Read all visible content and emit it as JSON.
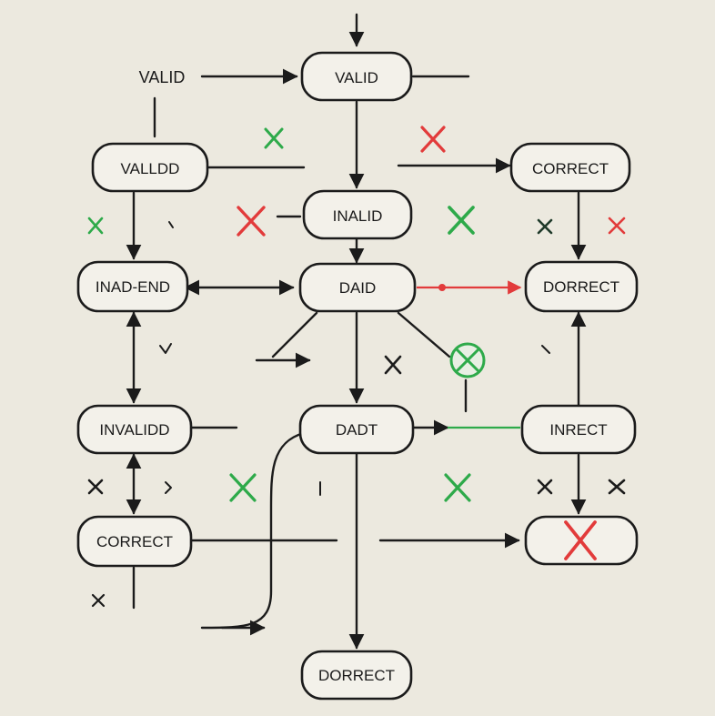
{
  "diagram": {
    "colors": {
      "background": "#ece9df",
      "node_fill": "#f3f1ea",
      "stroke": "#1b1b1b",
      "red": "#e23b3b",
      "green": "#2eaa4a",
      "dark_green": "#1f6e3a"
    },
    "free_labels": {
      "valid_input": "VALID"
    },
    "nodes": {
      "top_valid": "VALID",
      "valldd": "VALLDD",
      "inalid": "INALID",
      "correct_top": "CORRECT",
      "inad_end": "INAD-END",
      "daid": "DAID",
      "dorrect_right": "DORRECT",
      "invalidd": "INVALIDD",
      "dadt": "DADT",
      "inrect": "INRECT",
      "correct_left": "CORRECT",
      "dorrect_bottom": "DORRECT"
    },
    "marks": [
      {
        "id": "mark-green-1",
        "kind": "x",
        "color": "green"
      },
      {
        "id": "mark-red-1",
        "kind": "x",
        "color": "red"
      },
      {
        "id": "mark-red-2",
        "kind": "x",
        "color": "red"
      },
      {
        "id": "mark-green-2",
        "kind": "x",
        "color": "green"
      },
      {
        "id": "mark-green-3",
        "kind": "x",
        "color": "green"
      },
      {
        "id": "mark-green-4",
        "kind": "x",
        "color": "green"
      },
      {
        "id": "mark-green-5",
        "kind": "x",
        "color": "green"
      },
      {
        "id": "mark-red-3",
        "kind": "x",
        "color": "red"
      },
      {
        "id": "mark-red-box",
        "kind": "x",
        "color": "red"
      },
      {
        "id": "mark-circle",
        "kind": "circle-x",
        "color": "green"
      }
    ]
  }
}
